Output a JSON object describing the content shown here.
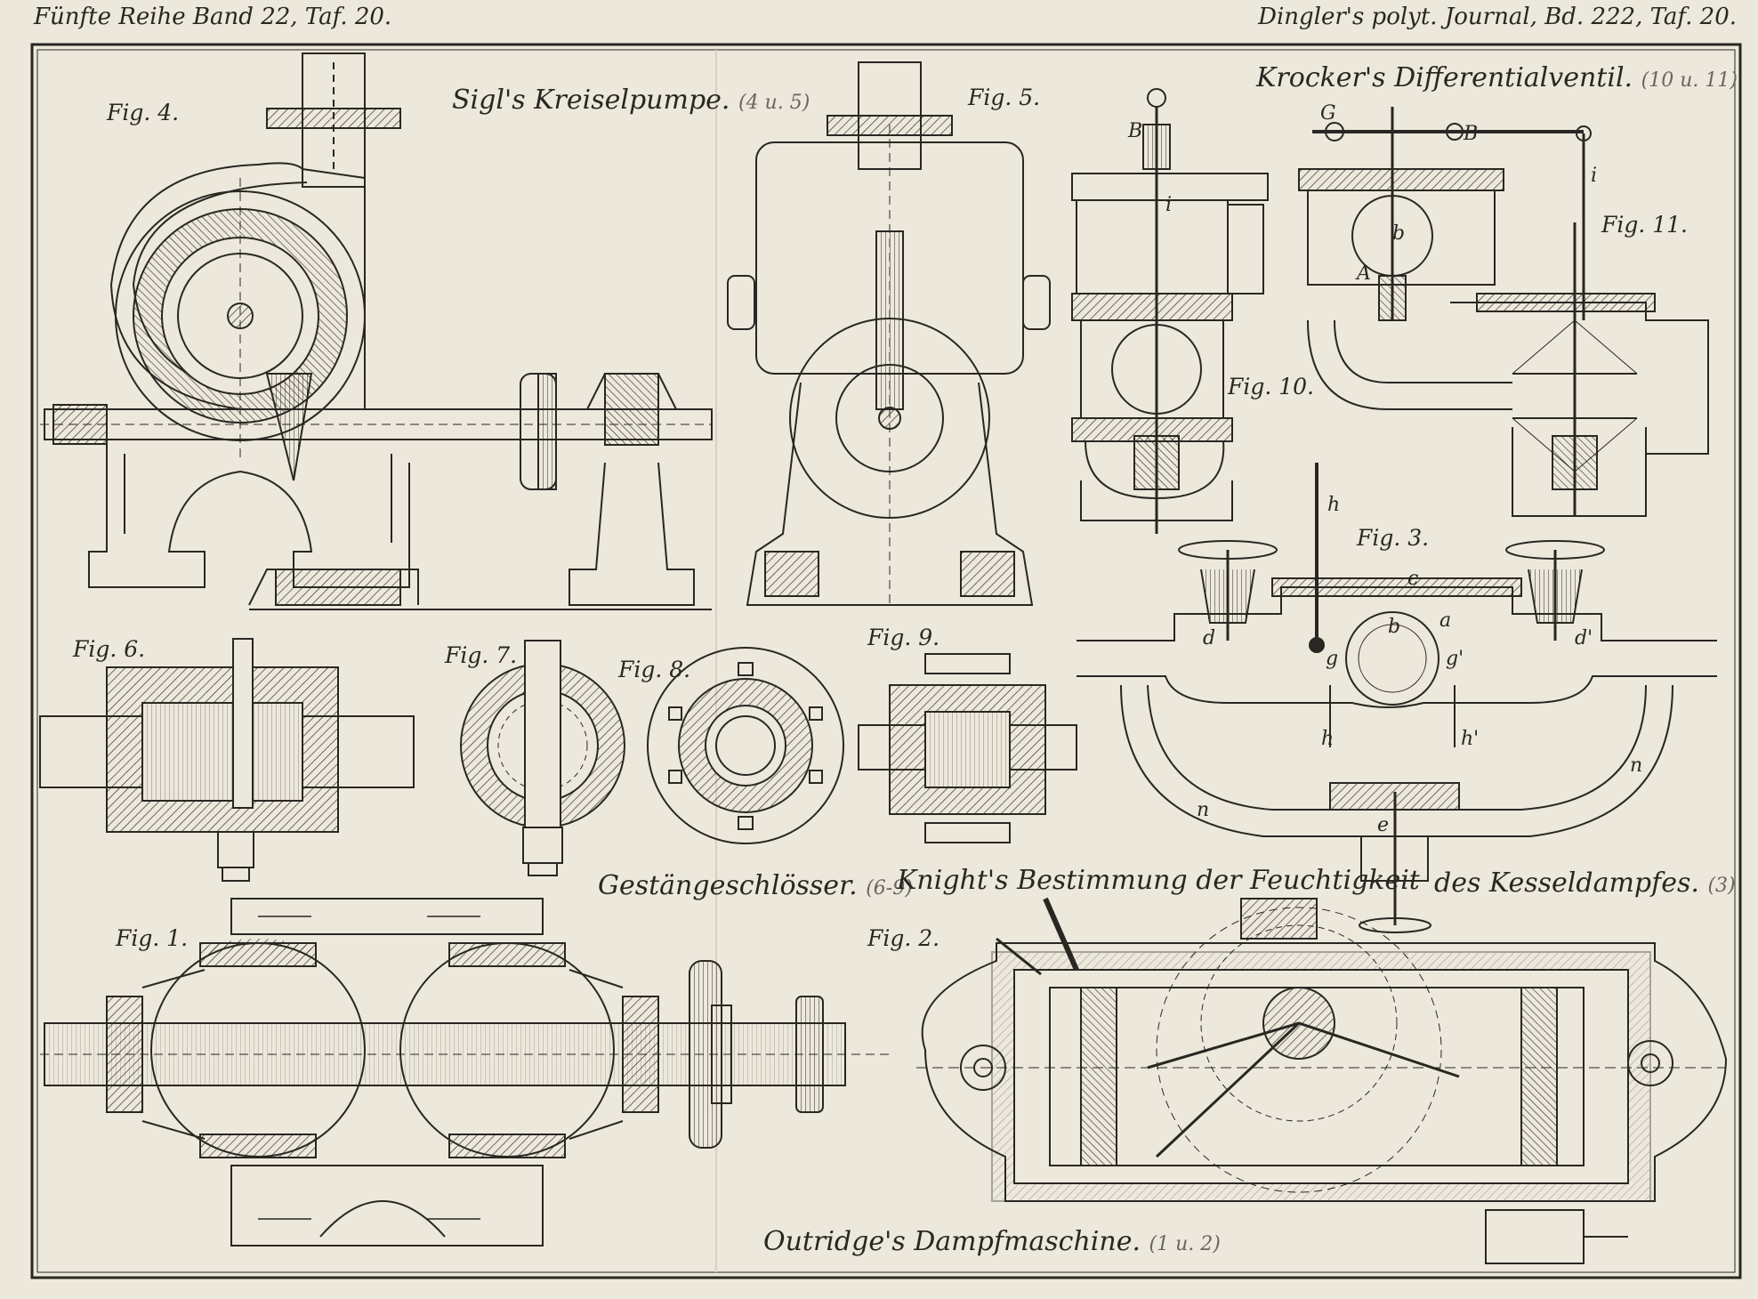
{
  "header": {
    "left": "Fünfte Reihe Band 22, Taf. 20.",
    "right": "Dingler's polyt. Journal, Bd. 222, Taf. 20."
  },
  "titles": {
    "sigl": {
      "main": "Sigl's Kreiselpumpe.",
      "sub": "(4 u. 5)"
    },
    "krocker": {
      "main": "Krocker's   Differentialventil.",
      "sub": "(10 u. 11)"
    },
    "gestaenge": {
      "main": "Gestängeschlösser.",
      "sub": "(6-9)"
    },
    "knight": {
      "main": "Knight's Bestimmung der Feuchtigkeit",
      "main2": "des Kesseldampfes.",
      "sub": "(3)"
    },
    "outridge": {
      "main": "Outridge's Dampfmaschine.",
      "sub": "(1 u. 2)"
    }
  },
  "figures": {
    "fig1": "Fig. 1.",
    "fig2": "Fig. 2.",
    "fig3": "Fig. 3.",
    "fig4": "Fig. 4.",
    "fig5": "Fig. 5.",
    "fig6": "Fig. 6.",
    "fig7": "Fig. 7.",
    "fig8": "Fig. 8.",
    "fig9": "Fig. 9.",
    "fig10": "Fig. 10.",
    "fig11": "Fig. 11."
  },
  "letters": {
    "B10": "B",
    "i10": "i",
    "G11": "G",
    "B11": "B",
    "i11": "i",
    "b11": "b",
    "A11": "A",
    "h3": "h",
    "c3": "c",
    "b3": "b",
    "a3": "a",
    "d3": "d",
    "d3b": "d'",
    "g3": "g",
    "g3b": "g'",
    "hh3": "h",
    "hh3b": "h'",
    "n3": "n",
    "n3b": "n",
    "e3": "e"
  },
  "colors": {
    "paper": "#ede8dc",
    "ink": "#2a2622",
    "faint": "#6a655e"
  }
}
